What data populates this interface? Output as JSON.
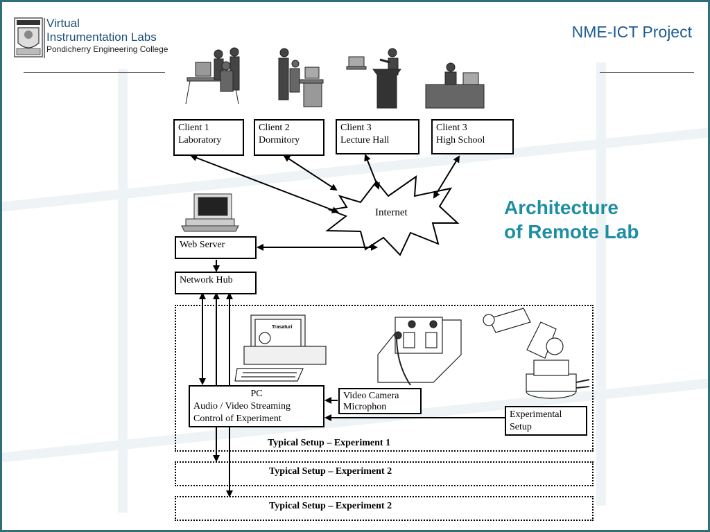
{
  "header": {
    "logo_line1": "Virtual",
    "logo_line2": "Instrumentation Labs",
    "logo_line3": "Pondicherry Engineering College",
    "project": "NME-ICT Project"
  },
  "heading": {
    "line1": "Architecture",
    "line2": "of Remote Lab"
  },
  "clients": [
    {
      "line1": "Client 1",
      "line2": "Laboratory"
    },
    {
      "line1": "Client 2",
      "line2": "Dormitory"
    },
    {
      "line1": "Client 3",
      "line2": "Lecture  Hall"
    },
    {
      "line1": "Client 3",
      "line2": "High  School"
    }
  ],
  "internet": "Internet",
  "web_server": "Web Server",
  "network_hub": "Network Hub",
  "pc": {
    "line1": "PC",
    "line2": "Audio / Video Streaming",
    "line3": "Control of Experiment"
  },
  "video": {
    "line1": "Video Camera",
    "line2": "Microphon"
  },
  "experimental": {
    "line1": "Experimental",
    "line2": "Setup"
  },
  "monitor_label": "Trasaturi",
  "setups": [
    "Typical Setup – Experiment 1",
    "Typical Setup – Experiment 2",
    "Typical Setup – Experiment 2"
  ],
  "colors": {
    "frame": "#2f6f7a",
    "heading": "#1e8fa2",
    "project": "#1d5c92"
  }
}
